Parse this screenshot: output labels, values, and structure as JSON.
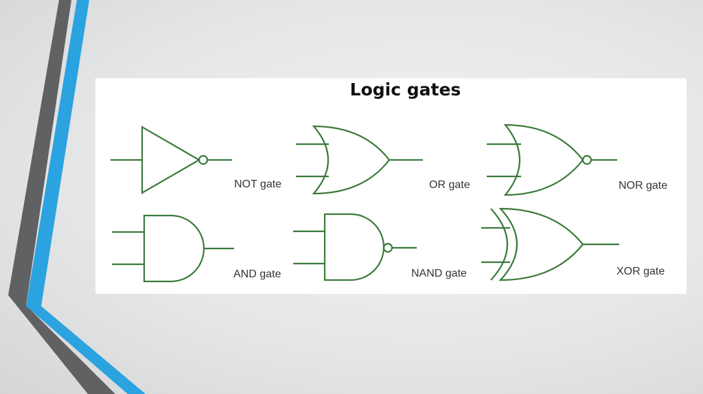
{
  "diagram": {
    "title": "Logic gates",
    "gates": [
      {
        "id": "not",
        "label": "NOT gate",
        "icon": "not-gate-icon"
      },
      {
        "id": "or",
        "label": "OR gate",
        "icon": "or-gate-icon"
      },
      {
        "id": "nor",
        "label": "NOR gate",
        "icon": "nor-gate-icon"
      },
      {
        "id": "and",
        "label": "AND gate",
        "icon": "and-gate-icon"
      },
      {
        "id": "nand",
        "label": "NAND gate",
        "icon": "nand-gate-icon"
      },
      {
        "id": "xor",
        "label": "XOR gate",
        "icon": "xor-gate-icon"
      }
    ]
  },
  "colors": {
    "gate_stroke": "#3b7a3b",
    "accent_blue": "#2aa3e0",
    "accent_grey": "#616365",
    "panel_background": "#ffffff"
  }
}
